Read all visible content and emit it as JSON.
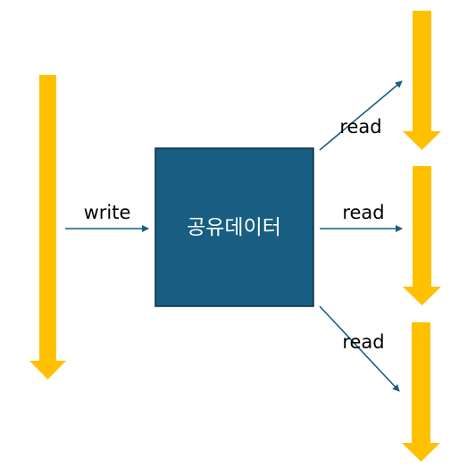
{
  "diagram": {
    "shared_box_label": "공유데이터",
    "write_label": "write",
    "read_top_label": "read",
    "read_middle_label": "read",
    "read_bottom_label": "read"
  },
  "colors": {
    "thread_arrow": "#FFC000",
    "box_fill": "#175E82",
    "box_border": "#0B2E44",
    "connector": "#175E82",
    "box_text": "#FFFFFF",
    "label_text": "#000000"
  }
}
